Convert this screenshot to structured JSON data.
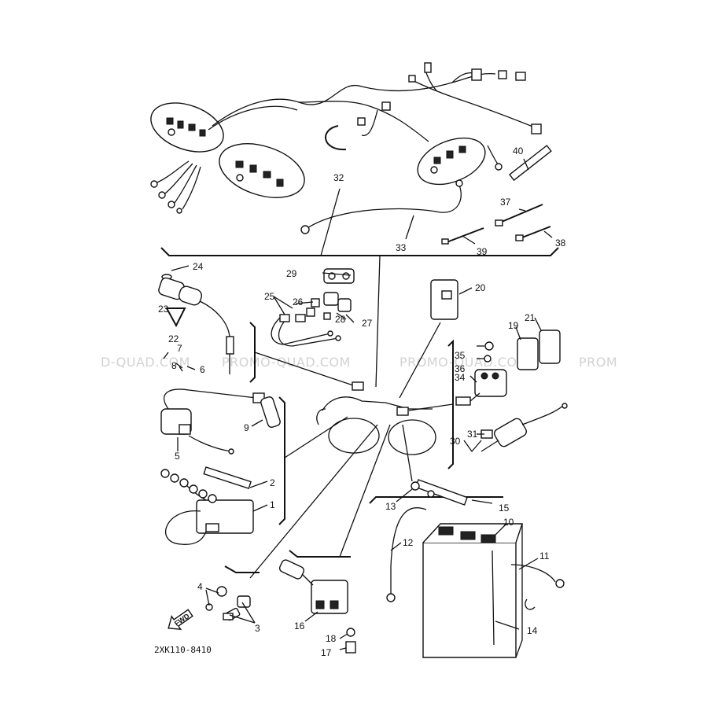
{
  "watermarks": [
    "D-QUAD.COM",
    "PROMO-QUAD.COM",
    "PROMO-QUAD.COM",
    "PROM"
  ],
  "drawing_code": "2XK110-8410",
  "fwd_label": "FWD",
  "callouts": [
    "1",
    "2",
    "3",
    "4",
    "5",
    "6",
    "7",
    "8",
    "9",
    "10",
    "11",
    "12",
    "13",
    "14",
    "15",
    "16",
    "17",
    "18",
    "19",
    "20",
    "21",
    "22",
    "23",
    "24",
    "25",
    "26",
    "27",
    "28",
    "29",
    "30",
    "31",
    "32",
    "33",
    "34",
    "35",
    "36",
    "37",
    "38",
    "39",
    "40"
  ]
}
